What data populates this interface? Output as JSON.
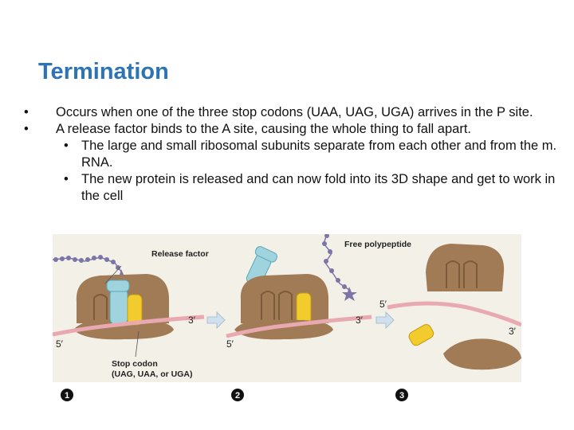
{
  "slide": {
    "title": "Termination",
    "bullets": [
      {
        "text": "Occurs when one of the three stop codons (UAA, UAG, UGA) arrives in the P site."
      },
      {
        "text": "A release factor binds to the A site, causing the whole thing to fall apart."
      },
      {
        "text": "The large and small ribosomal subunits separate from each other and from the m. RNA."
      },
      {
        "text": "The new protein is released and can now fold into its 3D shape and get to work in the cell"
      }
    ],
    "bullet_glyph": "•"
  },
  "figure": {
    "labels": {
      "release_factor": "Release factor",
      "free_polypeptide": "Free polypeptide",
      "stop_codon": "Stop codon",
      "stop_codon_list": "(UAG, UAA, or UGA)",
      "five_prime": "5′",
      "three_prime": "3′"
    },
    "steps": [
      "1",
      "2",
      "3"
    ],
    "colors": {
      "ribosome": "#a07b56",
      "ribosome_dark": "#7d5a3a",
      "mrna": "#e9a9b0",
      "release_factor": "#9fd3dd",
      "trna": "#f2cc2d",
      "polypeptide": "#7d74a8",
      "background": "#f3f0e8",
      "arrow": "#cfe0ee"
    }
  }
}
